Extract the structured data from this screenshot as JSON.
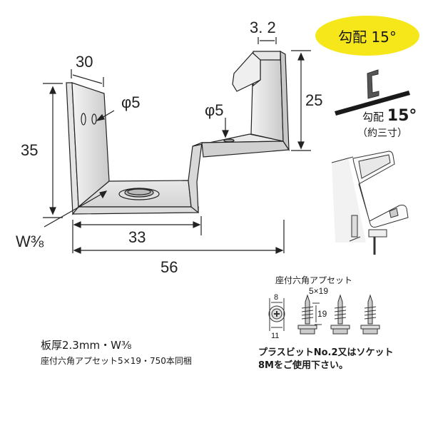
{
  "badge": {
    "label": "勾配 15°",
    "color": "#f6e71a"
  },
  "slope_inset": {
    "label_prefix": "勾配",
    "label_value": "15°",
    "sub_label": "（約三寸）"
  },
  "dimensions": {
    "top_width": "3. 2",
    "flange_width": "30",
    "height_left": "35",
    "height_right": "25",
    "hole_left": "φ5",
    "hole_right": "φ5",
    "bottom_inner": "33",
    "total_width": "56",
    "nut": "W⅜"
  },
  "screw_set": {
    "title": "座付六角アプセット",
    "size": "5×19",
    "head_top": "8",
    "head_bottom": "11",
    "length": "19",
    "note_line1": "プラスビットNo.2又はソケット",
    "note_line2": "8Mをご使用下さい。"
  },
  "spec": {
    "line1": "板厚2.3mm・W⅜",
    "line2": "座付六角アプセット5×19・750本同梱"
  }
}
